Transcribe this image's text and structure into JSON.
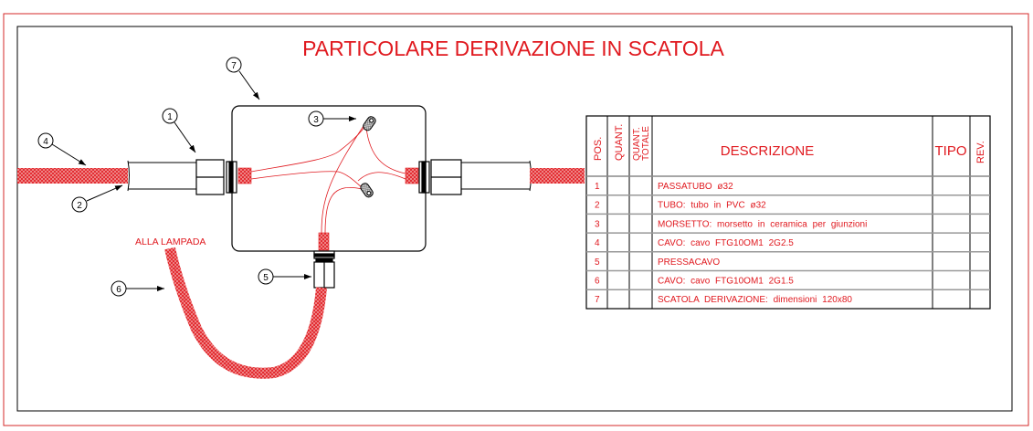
{
  "title": "PARTICOLARE DERIVAZIONE IN SCATOLA",
  "callouts": [
    "1",
    "2",
    "3",
    "4",
    "5",
    "6",
    "7"
  ],
  "note": "ALLA LAMPADA",
  "table": {
    "headers": {
      "pos": "POS.",
      "quant": "QUANT.",
      "quant_totale_1": "QUANT.",
      "quant_totale_2": "TOTALE",
      "descrizione": "DESCRIZIONE",
      "tipo": "TIPO",
      "rev": "REV."
    },
    "rows": [
      {
        "pos": "1",
        "descrizione": "PASSATUBO ø32"
      },
      {
        "pos": "2",
        "descrizione": "TUBO: tubo in PVC ø32"
      },
      {
        "pos": "3",
        "descrizione": "MORSETTO: morsetto in ceramica per giunzioni"
      },
      {
        "pos": "4",
        "descrizione": "CAVO: cavo FTG10OM1 2G2.5"
      },
      {
        "pos": "5",
        "descrizione": "PRESSACAVO"
      },
      {
        "pos": "6",
        "descrizione": "CAVO: cavo FTG10OM1 2G1.5"
      },
      {
        "pos": "7",
        "descrizione": "SCATOLA DERIVAZIONE: dimensioni 120x80"
      }
    ]
  },
  "colors": {
    "drawing_red": "#e0191f",
    "frame_red": "#d42a2a",
    "line": "#000000"
  }
}
